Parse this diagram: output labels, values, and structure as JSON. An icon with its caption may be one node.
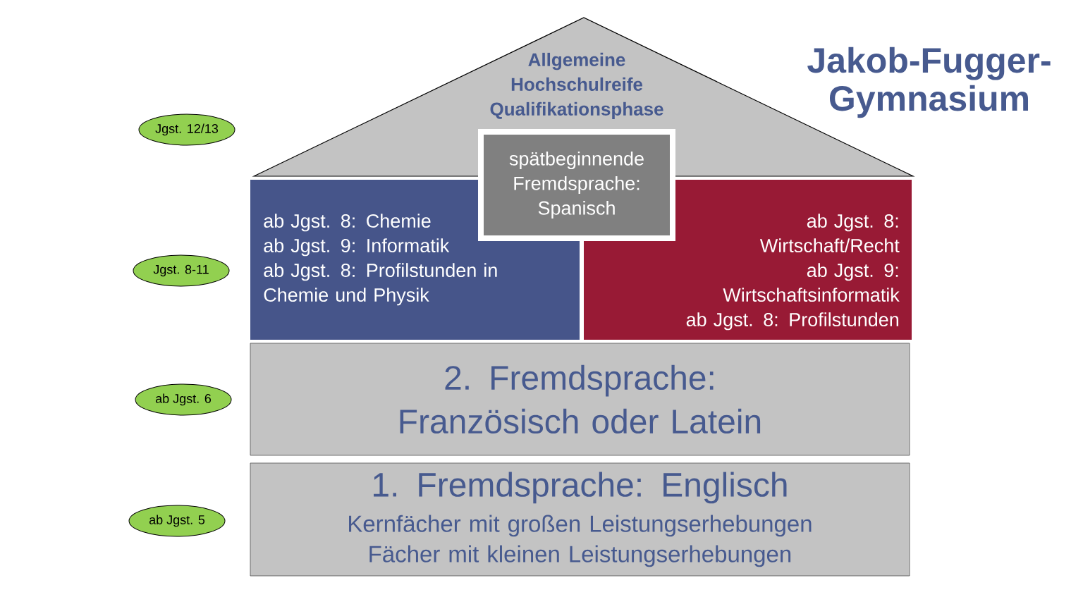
{
  "diagram": {
    "title": "Jakob-Fugger-Gymnasium",
    "nodes": [
      {
        "text": [
          "Allgemeine Hochschulreife Qualifikationsphase"
        ]
      },
      {
        "text": [
          "spätbeginnende Fremdsprache: Spanisch"
        ]
      },
      {
        "text": [
          "ab Jgst. 8: Chemie",
          "ab Jgst. 9: Informatik",
          "ab Jgst. 8: Profilstunden in Chemie und Physik"
        ]
      },
      {
        "text": [
          "ab Jgst. 8: Wirtschaft/Recht",
          "ab Jgst. 9: Wirtschaftsinformatik",
          "ab Jgst. 8: Profilstunden"
        ]
      },
      {
        "text": [
          "2. Fremdsprache: Französisch oder Latein"
        ]
      },
      {
        "text": [
          "1. Fremdsprache: Englisch",
          "Kernfächer mit großen Leistungserhebungen",
          "Fächer mit kleinen Leistungserhebungen"
        ]
      },
      {
        "text": [
          "Jgst. 12/13"
        ]
      },
      {
        "text": [
          "Jgst. 8-11"
        ]
      },
      {
        "text": [
          "ab Jgst. 6"
        ]
      },
      {
        "text": [
          "ab Jgst. 5"
        ]
      }
    ]
  }
}
